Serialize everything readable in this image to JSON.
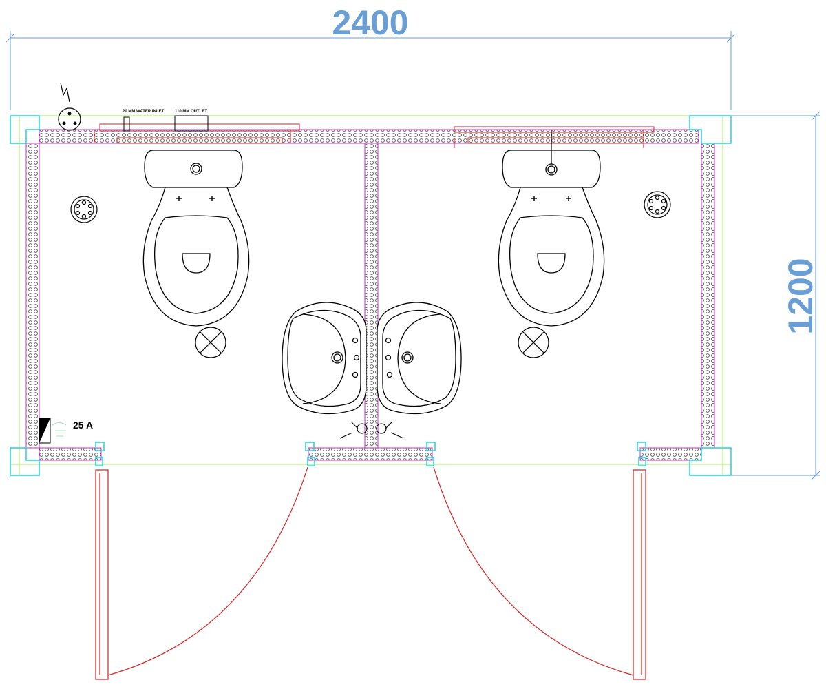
{
  "dimensions": {
    "width_label": "2400",
    "height_label": "1200"
  },
  "labels": {
    "water_inlet": "20 MM WATER INLET",
    "outlet": "110 MM OUTLET",
    "breaker": "25 A"
  },
  "colors": {
    "dimension": "#6a9fd6",
    "wall_outline": "#cc33cc",
    "door": "#d62020",
    "corner_post": "#22d3e0",
    "guide_line": "#a6e85a",
    "fixture": "#000000"
  }
}
